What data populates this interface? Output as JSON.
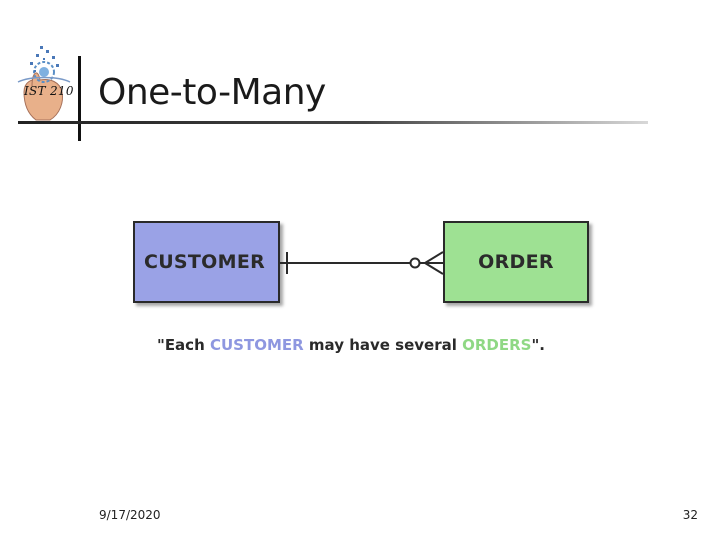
{
  "header": {
    "logo_text": "IST 210",
    "title": "One-to-Many"
  },
  "diagram": {
    "entities": [
      {
        "name": "CUSTOMER",
        "color": "#9aa2e6"
      },
      {
        "name": "ORDER",
        "color": "#9ee193"
      }
    ],
    "relationship": {
      "from": "CUSTOMER",
      "to": "ORDER",
      "from_cardinality": "one",
      "to_cardinality": "zero-or-many"
    },
    "caption": {
      "part1": "\"Each ",
      "entity1": "CUSTOMER",
      "part2": " may have several ",
      "entity2": "ORDERS",
      "part3": "\"."
    }
  },
  "footer": {
    "date": "9/17/2020",
    "page": "32"
  }
}
